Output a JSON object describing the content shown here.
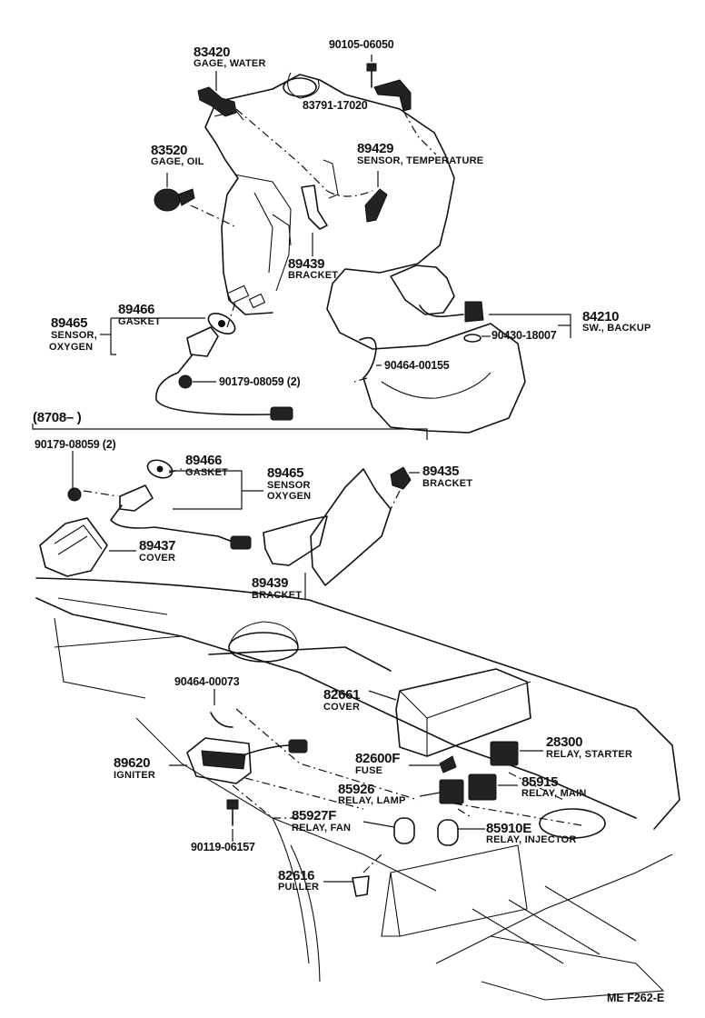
{
  "parts": {
    "gage_water": {
      "num": "83420",
      "desc": "GAGE, WATER"
    },
    "bolt_90105": {
      "num": "90105-06050"
    },
    "hook_83791": {
      "num": "83791-17020"
    },
    "gage_oil": {
      "num": "83520",
      "desc": "GAGE, OIL"
    },
    "sensor_temp": {
      "num": "89429",
      "desc": "SENSOR, TEMPERATURE"
    },
    "bracket_89439_top": {
      "num": "89439",
      "desc": "BRACKET"
    },
    "gasket_top": {
      "num": "89466",
      "desc": "GASKET"
    },
    "sensor_oxygen_top": {
      "num": "89465",
      "desc1": "SENSOR,",
      "desc2": "OXYGEN"
    },
    "sw_backup": {
      "num": "84210",
      "desc": "SW., BACKUP"
    },
    "washer_90430": {
      "num": "90430-18007"
    },
    "nut_top": {
      "num": "90179-08059 (2)"
    },
    "clamp_90464_top": {
      "num": "90464-00155"
    },
    "date_range": {
      "text": "(8708–        )"
    },
    "nut_lower": {
      "num": "90179-08059 (2)"
    },
    "gasket_lower": {
      "num": "89466",
      "desc": "GASKET"
    },
    "sensor_oxygen_lower": {
      "num": "89465",
      "desc1": "SENSOR",
      "desc2": "OXYGEN"
    },
    "bracket_89435": {
      "num": "89435",
      "desc": "BRACKET"
    },
    "cover_89437": {
      "num": "89437",
      "desc": "COVER"
    },
    "bracket_89439_lower": {
      "num": "89439",
      "desc": "BRACKET"
    },
    "clamp_90464_lower": {
      "num": "90464-00073"
    },
    "cover_82661": {
      "num": "82661",
      "desc": "COVER"
    },
    "relay_starter": {
      "num": "28300",
      "desc": "RELAY, STARTER"
    },
    "igniter": {
      "num": "89620",
      "desc": "IGNITER"
    },
    "fuse": {
      "num": "82600F",
      "desc": "FUSE"
    },
    "relay_main": {
      "num": "85915",
      "desc": "RELAY, MAIN"
    },
    "relay_lamp": {
      "num": "85926",
      "desc": "RELAY, LAMP"
    },
    "relay_fan": {
      "num": "85927F",
      "desc": "RELAY, FAN"
    },
    "relay_injector": {
      "num": "85910E",
      "desc": "RELAY, INJECTOR"
    },
    "screw_90119": {
      "num": "90119-06157"
    },
    "puller": {
      "num": "82616",
      "desc": "PULLER"
    }
  },
  "footer": {
    "code": "ME  F262-E"
  }
}
